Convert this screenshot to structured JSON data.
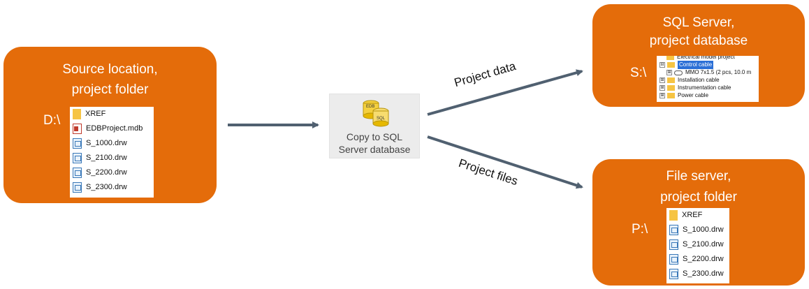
{
  "source": {
    "title_line1": "Source location,",
    "title_line2": "project folder",
    "drive": "D:\\",
    "files": [
      {
        "name": "XREF",
        "icon": "folder-icon"
      },
      {
        "name": "EDBProject.mdb",
        "icon": "mdb-file-icon"
      },
      {
        "name": "S_1000.drw",
        "icon": "drw-file-icon"
      },
      {
        "name": "S_2100.drw",
        "icon": "drw-file-icon"
      },
      {
        "name": "S_2200.drw",
        "icon": "drw-file-icon"
      },
      {
        "name": "S_2300.drw",
        "icon": "drw-file-icon"
      }
    ]
  },
  "copy_button": {
    "label_line1": "Copy to SQL",
    "label_line2": "Server database",
    "icon": "database-icon"
  },
  "arrows": {
    "project_data": "Project data",
    "project_files": "Project files"
  },
  "sql_server": {
    "title_line1": "SQL Server,",
    "title_line2": "project database",
    "drive": "S:\\",
    "tree": [
      {
        "label": "Electrical model project",
        "toggle": "",
        "icon": "folder-icon",
        "selected": false
      },
      {
        "label": "Control cable",
        "toggle": "⊟",
        "icon": "open-folder-icon",
        "selected": true
      },
      {
        "label": "MMO 7x1.5   (2 pcs, 10.0 m",
        "toggle": "⊞",
        "icon": "cable-icon",
        "selected": false
      },
      {
        "label": "Installation cable",
        "toggle": "⊞",
        "icon": "folder-icon",
        "selected": false
      },
      {
        "label": "Instrumentation cable",
        "toggle": "⊞",
        "icon": "folder-icon",
        "selected": false
      },
      {
        "label": "Power cable",
        "toggle": "⊞",
        "icon": "folder-icon",
        "selected": false
      }
    ]
  },
  "file_server": {
    "title_line1": "File server,",
    "title_line2": "project folder",
    "drive": "P:\\",
    "files": [
      {
        "name": "XREF",
        "icon": "folder-icon"
      },
      {
        "name": "S_1000.drw",
        "icon": "drw-file-icon"
      },
      {
        "name": "S_2100.drw",
        "icon": "drw-file-icon"
      },
      {
        "name": "S_2200.drw",
        "icon": "drw-file-icon"
      },
      {
        "name": "S_2300.drw",
        "icon": "drw-file-icon"
      }
    ]
  },
  "colors": {
    "box": "#E46C0A",
    "arrow": "#506070",
    "panel": "#FFFFFF",
    "button": "#ECECEC"
  }
}
